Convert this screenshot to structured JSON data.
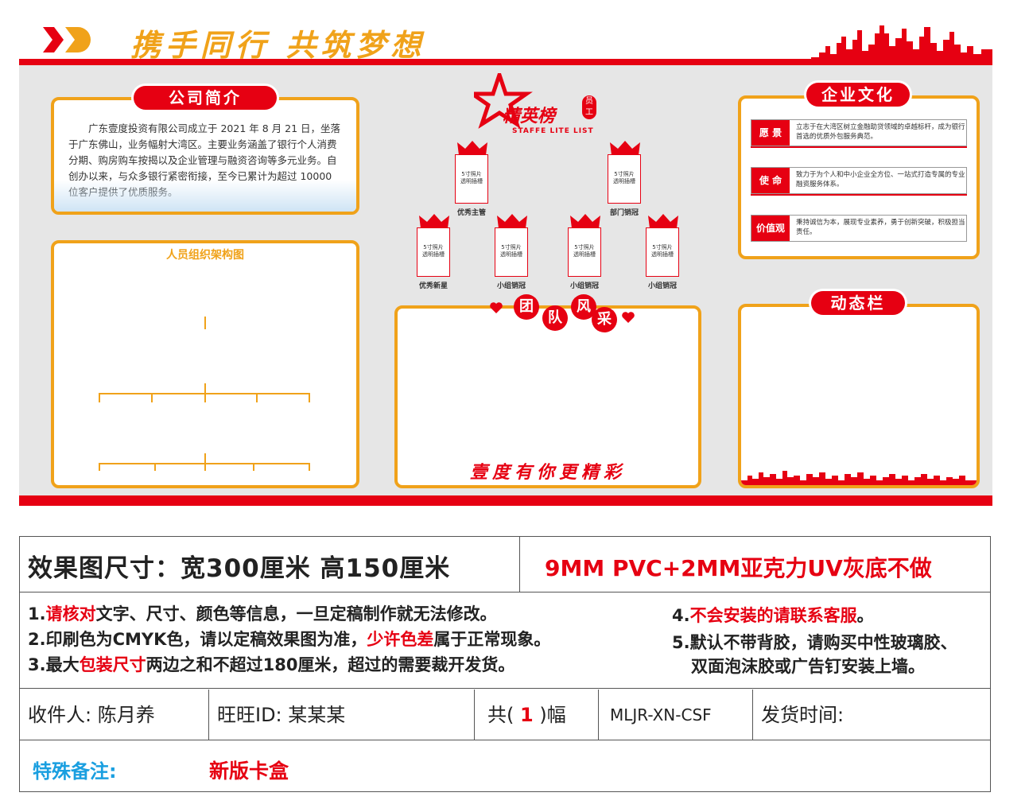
{
  "board": {
    "slogan": "携手同行  共筑梦想",
    "intro": {
      "title": "公司简介",
      "text": "广东壹度投资有限公司成立于 2021 年 8 月 21 日，坐落于广东佛山，业务幅射大湾区。主要业务涵盖了银行个人消费分期、购房购车按揭以及企业管理与融资咨询等多元业务。自创办以来，与众多银行紧密衔接，至今已累计为超过 10000 位客户提供了优质服务。"
    },
    "org": {
      "title": "人员组织架构图"
    },
    "elite": {
      "title": "精英榜",
      "badge": "员工",
      "subtitle": "STAFFE LITE LIST",
      "photo_text": "5寸照片\n透明插槽",
      "photos": [
        {
          "caption": "优秀主管"
        },
        {
          "caption": "部门销冠"
        },
        {
          "caption": "优秀新星"
        },
        {
          "caption": "小组销冠"
        },
        {
          "caption": "小组销冠"
        },
        {
          "caption": "小组销冠"
        }
      ]
    },
    "team": {
      "chars": [
        "团",
        "队",
        "风",
        "采"
      ],
      "slogan": "壹度有你更精彩"
    },
    "culture": {
      "title": "企业文化",
      "rows": [
        {
          "key": "愿 景",
          "value": "立志于在大湾区树立金融助贷领域的卓越标杆，成为银行首选的优质外包服务典范。"
        },
        {
          "key": "使 命",
          "value": "致力于为个人和中小企业全方位、一站式打造专属的专业融资服务体系。"
        },
        {
          "key": "价值观",
          "value": "秉持诚信为本，展现专业素养，勇于创新突破，积极担当责任。"
        }
      ]
    },
    "news": {
      "title": "动态栏"
    },
    "colors": {
      "red": "#e60012",
      "orange": "#f0a21a",
      "gray": "#e6e6e6"
    }
  },
  "info": {
    "size": "效果图尺寸：宽300厘米  高150厘米",
    "material": "9MM PVC+2MM亚克力UV灰底不做",
    "notes": {
      "n1_a": "1.",
      "n1_b": "请核对",
      "n1_c": "文字、尺寸、颜色等信息，一旦定稿制作就无法修改。",
      "n2_a": "2.印刷色为CMYK色，请以定稿效果图为准，",
      "n2_b": "少许色差",
      "n2_c": "属于正常现象。",
      "n3_a": "3.最大",
      "n3_b": "包装尺寸",
      "n3_c": "两边之和不超过180厘米，超过的需要裁开发货。",
      "n4_a": "4.",
      "n4_b": "不会安装的请联系客服",
      "n4_c": "。",
      "n5_a": "5.默认不带背胶，请购买中性玻璃胶、",
      "n5_b": "双面泡沫胶或广告钉安装上墙。"
    },
    "receiver": "收件人: 陈月养",
    "wangwang": "旺旺ID:   某某某",
    "count_a": "共(",
    "count_n": "1",
    "count_b": ")幅",
    "code": "MLJR-XN-CSF",
    "ship": "发货时间:",
    "remark_label": "特殊备注:",
    "remark_value": "新版卡盒"
  }
}
